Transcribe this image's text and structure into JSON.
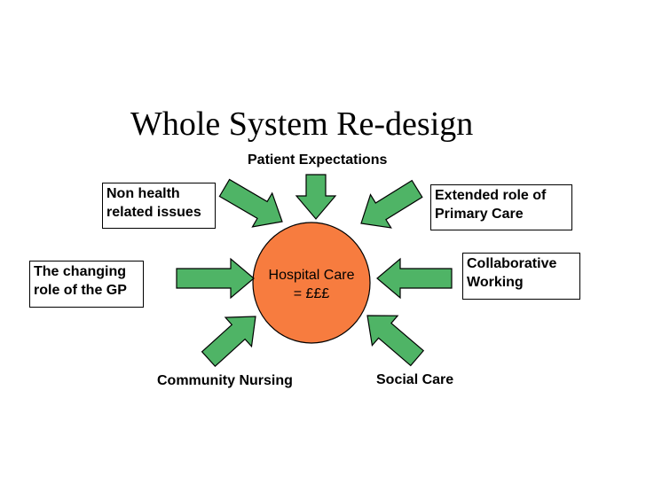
{
  "title": "Whole System Re-design",
  "center": {
    "line1": "Hospital Care",
    "line2": "= £££",
    "fill": "#f77c3f"
  },
  "arrow_fill": "#4fb466",
  "labels": {
    "patient_expectations": "Patient Expectations",
    "community_nursing": "Community Nursing",
    "social_care": "Social Care"
  },
  "boxes": {
    "non_health": [
      "Non health",
      "related issues"
    ],
    "extended_role": [
      "Extended role of",
      "Primary Care"
    ],
    "changing_role_gp": [
      "The changing",
      "role of the GP"
    ],
    "collaborative": [
      "Collaborative",
      "Working"
    ]
  }
}
